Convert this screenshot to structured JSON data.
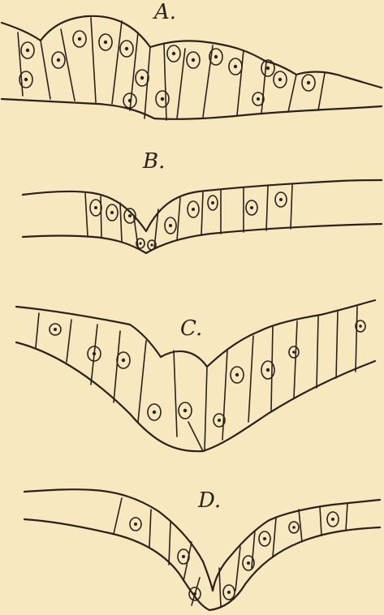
{
  "figure": {
    "background": "#f7e8c0",
    "ink": "#2b2118",
    "panels": [
      {
        "id": "A",
        "label": "A."
      },
      {
        "id": "B",
        "label": "B."
      },
      {
        "id": "C",
        "label": "C."
      },
      {
        "id": "D",
        "label": "D."
      }
    ]
  }
}
